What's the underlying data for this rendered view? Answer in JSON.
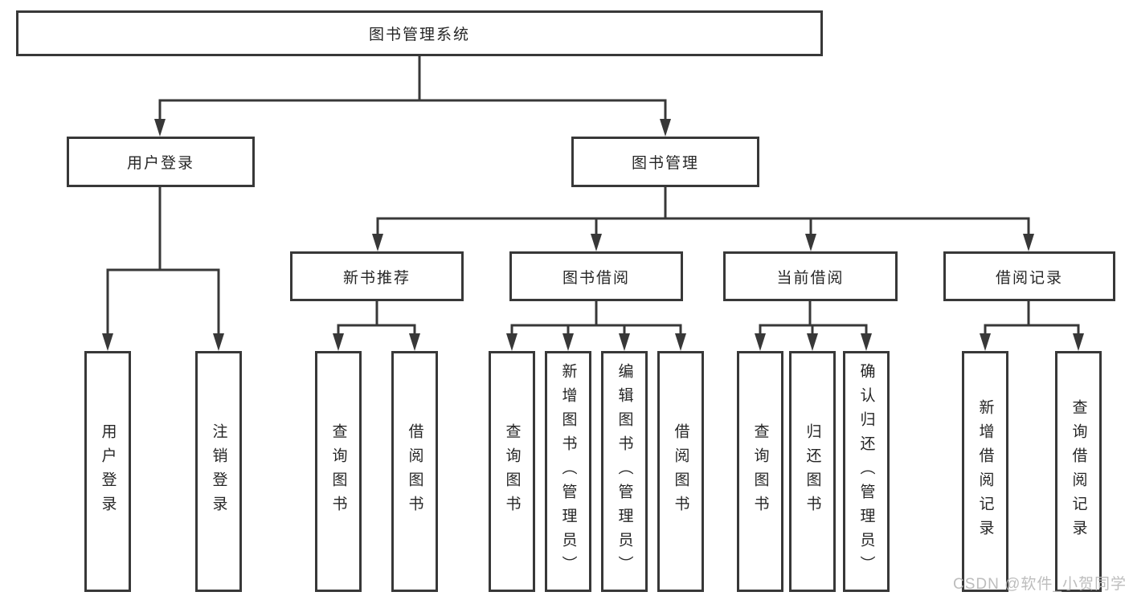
{
  "diagram": {
    "tree": {
      "root": "图书管理系统",
      "branches": [
        {
          "label": "用户登录",
          "leaves": [
            "用户登录",
            "注销登录"
          ]
        },
        {
          "label": "图书管理",
          "groups": [
            {
              "label": "新书推荐",
              "leaves": [
                "查询图书",
                "借阅图书"
              ]
            },
            {
              "label": "图书借阅",
              "leaves": [
                "查询图书",
                "新增图书（管理员）",
                "编辑图书（管理员）",
                "借阅图书"
              ]
            },
            {
              "label": "当前借阅",
              "leaves": [
                "查询图书",
                "归还图书",
                "确认归还（管理员）"
              ]
            },
            {
              "label": "借阅记录",
              "leaves": [
                "新增借阅记录",
                "查询借阅记录"
              ]
            }
          ]
        }
      ]
    },
    "colors": {
      "line": "#383838",
      "text": "#262626",
      "box_background": "#ffffff",
      "watermark": "#b9b9b9"
    },
    "watermark": "CSDN @软件_小贺同学"
  }
}
